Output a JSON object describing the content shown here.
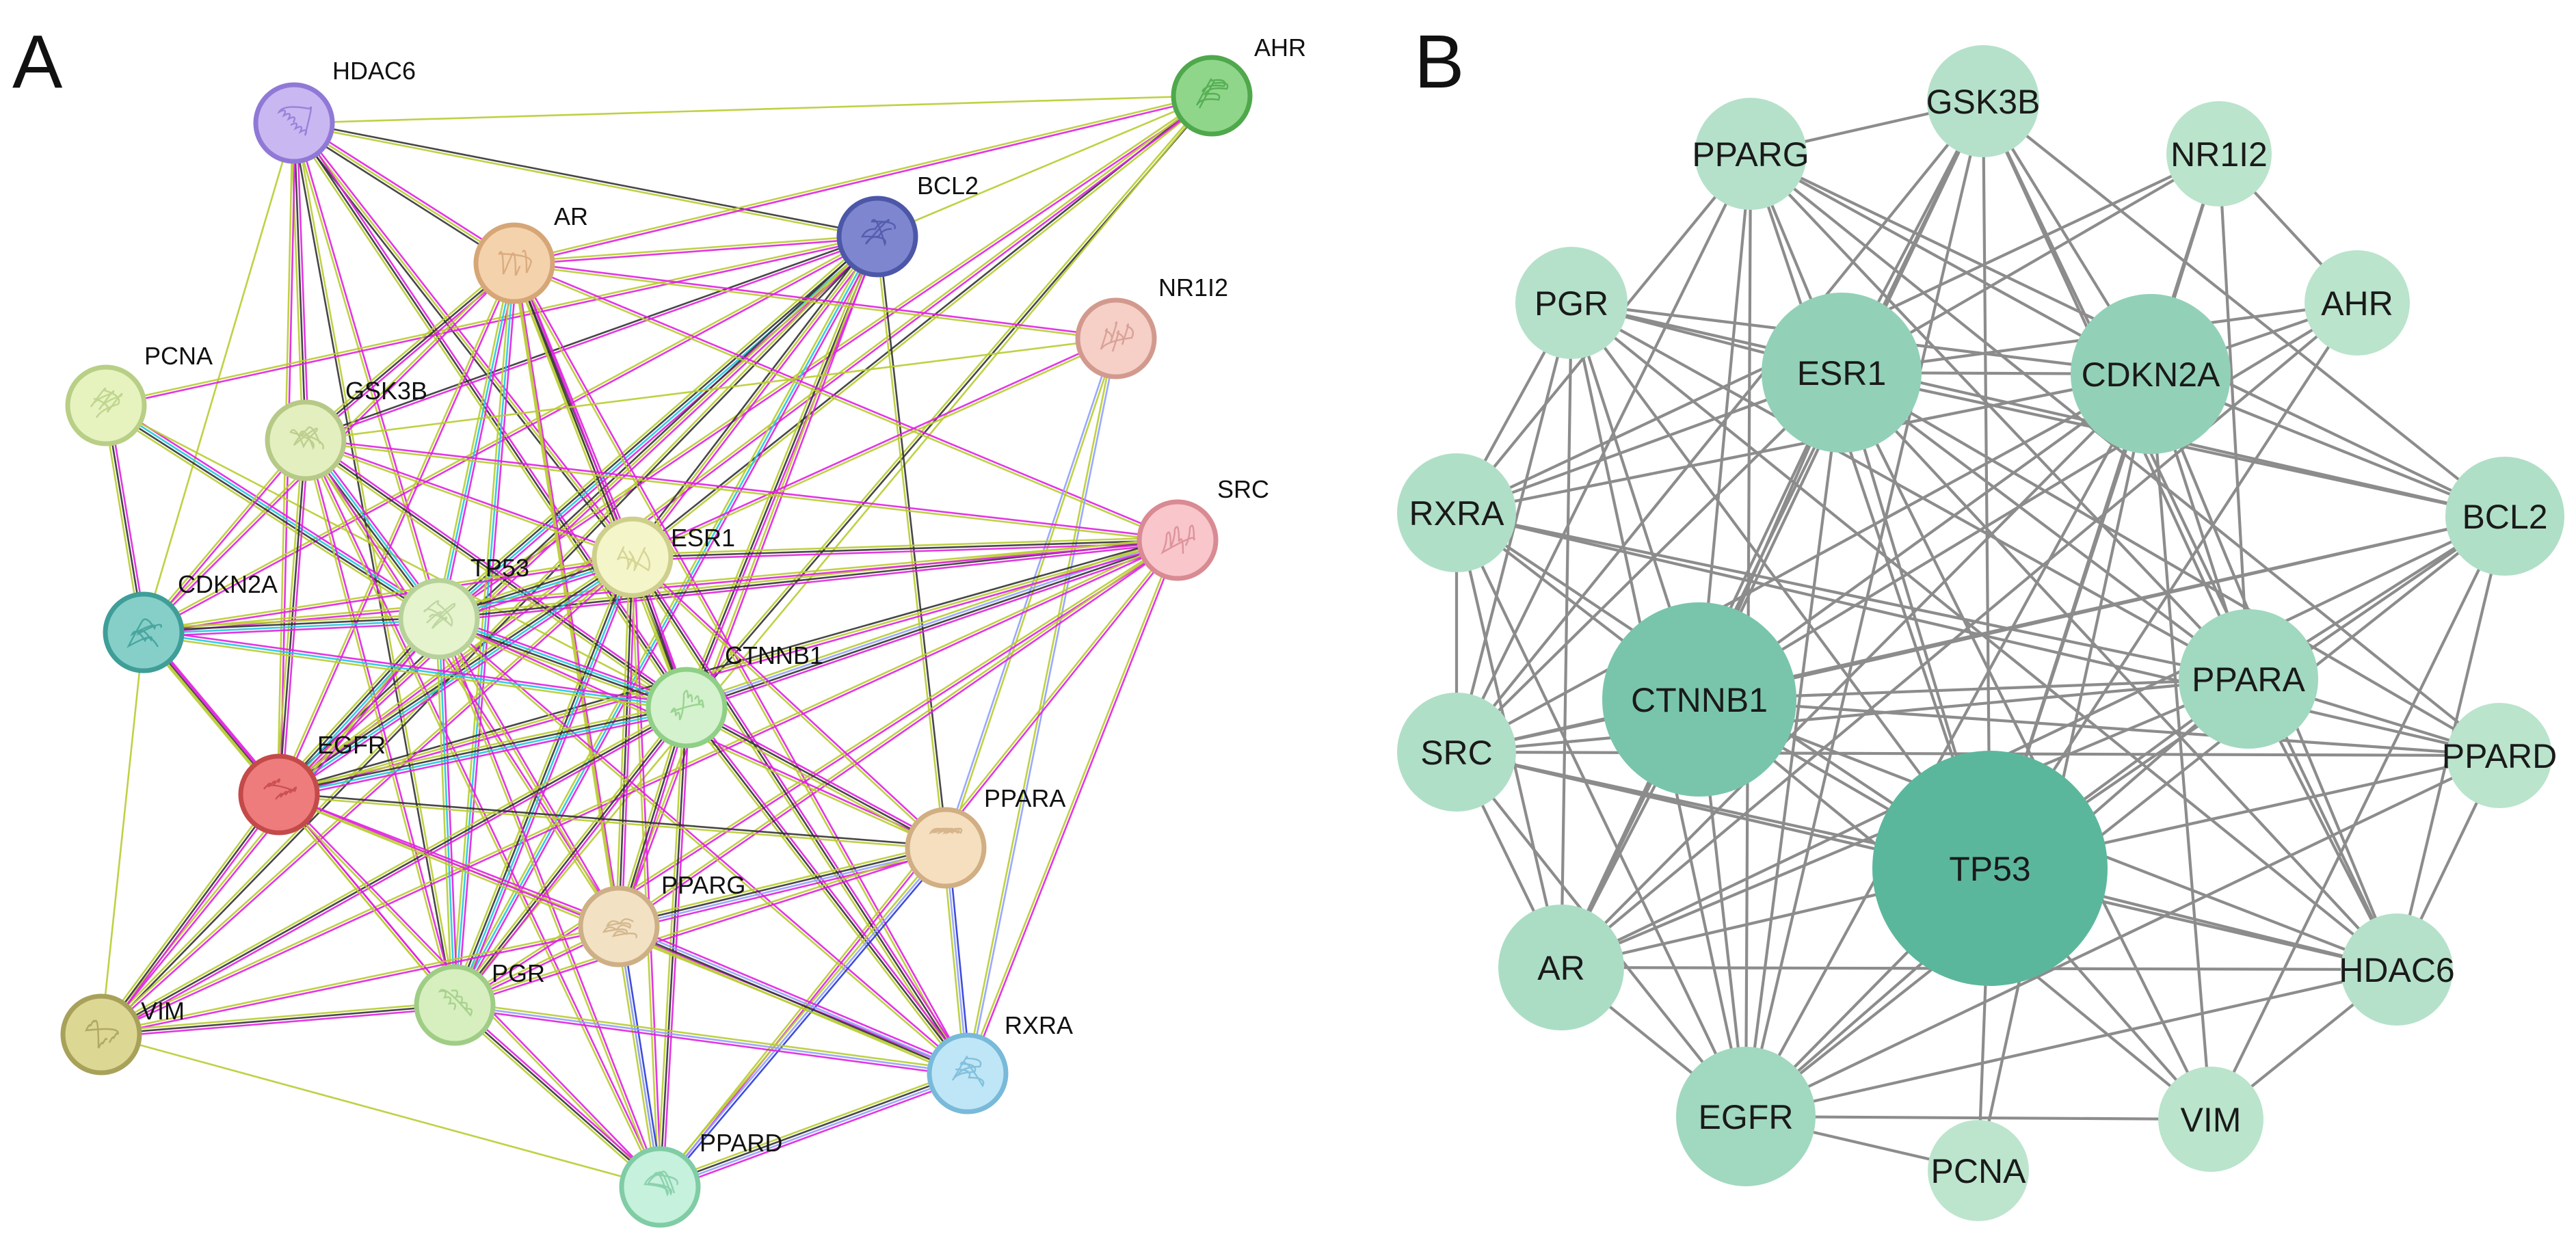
{
  "panels": [
    {
      "letter": "A"
    },
    {
      "letter": "B"
    }
  ],
  "network_a": {
    "edge_palette": [
      "#e020e0",
      "#b8cc30",
      "#333333",
      "#20c8e0",
      "#8fa0ff",
      "#2a3ad8",
      "#39b54a"
    ],
    "nodes": [
      {
        "id": "HDAC6",
        "label": "HDAC6",
        "fill": "#c9b7f1",
        "stroke": "#9079d6",
        "icon": "protein-structure-icon"
      },
      {
        "id": "AHR",
        "label": "AHR",
        "fill": "#8fd68b",
        "stroke": "#4fa84b",
        "icon": "protein-structure-icon"
      },
      {
        "id": "BCL2",
        "label": "BCL2",
        "fill": "#7e86cf",
        "stroke": "#4c57a8",
        "icon": "protein-structure-icon"
      },
      {
        "id": "AR",
        "label": "AR",
        "fill": "#f4d2ac",
        "stroke": "#d6a677",
        "icon": "protein-structure-icon"
      },
      {
        "id": "NR1I2",
        "label": "NR1I2",
        "fill": "#f6cfc6",
        "stroke": "#d29a8e",
        "icon": "protein-structure-icon"
      },
      {
        "id": "PCNA",
        "label": "PCNA",
        "fill": "#e6f3bf",
        "stroke": "#b8cf85",
        "icon": "protein-structure-icon"
      },
      {
        "id": "GSK3B",
        "label": "GSK3B",
        "fill": "#e3efbe",
        "stroke": "#b6c987",
        "icon": "protein-structure-icon"
      },
      {
        "id": "SRC",
        "label": "SRC",
        "fill": "#f8c6cb",
        "stroke": "#d98a92",
        "icon": "protein-structure-icon"
      },
      {
        "id": "ESR1",
        "label": "ESR1",
        "fill": "#f4f5c8",
        "stroke": "#cfcf8c",
        "icon": "protein-structure-icon"
      },
      {
        "id": "TP53",
        "label": "TP53",
        "fill": "#e5f4cc",
        "stroke": "#b7d19a",
        "icon": "protein-structure-icon"
      },
      {
        "id": "CDKN2A",
        "label": "CDKN2A",
        "fill": "#86cfc9",
        "stroke": "#3f9e98",
        "icon": "protein-structure-icon"
      },
      {
        "id": "CTNNB1",
        "label": "CTNNB1",
        "fill": "#d3f2cd",
        "stroke": "#8fcf86",
        "icon": "protein-structure-icon"
      },
      {
        "id": "EGFR",
        "label": "EGFR",
        "fill": "#ef7c7c",
        "stroke": "#c44a4a",
        "icon": "protein-structure-icon"
      },
      {
        "id": "PPARA",
        "label": "PPARA",
        "fill": "#f5dfbf",
        "stroke": "#d1ae83",
        "icon": "protein-structure-icon"
      },
      {
        "id": "PPARG",
        "label": "PPARG",
        "fill": "#f3e1c4",
        "stroke": "#cdb086",
        "icon": "protein-structure-icon"
      },
      {
        "id": "VIM",
        "label": "VIM",
        "fill": "#dcd793",
        "stroke": "#a8a15a",
        "icon": "protein-structure-icon"
      },
      {
        "id": "PGR",
        "label": "PGR",
        "fill": "#d7efbf",
        "stroke": "#9fcd85",
        "icon": "protein-structure-icon"
      },
      {
        "id": "RXRA",
        "label": "RXRA",
        "fill": "#bfe6f6",
        "stroke": "#79b9d9",
        "icon": "protein-structure-icon"
      },
      {
        "id": "PPARD",
        "label": "PPARD",
        "fill": "#c6f1dc",
        "stroke": "#7fcca5",
        "icon": "protein-structure-icon"
      }
    ]
  },
  "network_b": {
    "edge_color": "#8c8c8c",
    "color_scale": [
      "#bfe6cf",
      "#5bb79c"
    ],
    "nodes": [
      {
        "id": "GSK3B",
        "label": "GSK3B",
        "weight": 0.1
      },
      {
        "id": "PPARG",
        "label": "PPARG",
        "weight": 0.1
      },
      {
        "id": "NR1I2",
        "label": "NR1I2",
        "weight": 0.05
      },
      {
        "id": "PGR",
        "label": "PGR",
        "weight": 0.1
      },
      {
        "id": "AHR",
        "label": "AHR",
        "weight": 0.05
      },
      {
        "id": "ESR1",
        "label": "ESR1",
        "weight": 0.45
      },
      {
        "id": "CDKN2A",
        "label": "CDKN2A",
        "weight": 0.45
      },
      {
        "id": "RXRA",
        "label": "RXRA",
        "weight": 0.15
      },
      {
        "id": "BCL2",
        "label": "BCL2",
        "weight": 0.15
      },
      {
        "id": "CTNNB1",
        "label": "CTNNB1",
        "weight": 0.7
      },
      {
        "id": "PPARA",
        "label": "PPARA",
        "weight": 0.3
      },
      {
        "id": "SRC",
        "label": "SRC",
        "weight": 0.15
      },
      {
        "id": "PPARD",
        "label": "PPARD",
        "weight": 0.05
      },
      {
        "id": "TP53",
        "label": "TP53",
        "weight": 1.0
      },
      {
        "id": "AR",
        "label": "AR",
        "weight": 0.2
      },
      {
        "id": "HDAC6",
        "label": "HDAC6",
        "weight": 0.1
      },
      {
        "id": "EGFR",
        "label": "EGFR",
        "weight": 0.3
      },
      {
        "id": "VIM",
        "label": "VIM",
        "weight": 0.05
      },
      {
        "id": "PCNA",
        "label": "PCNA",
        "weight": 0.02
      }
    ]
  }
}
